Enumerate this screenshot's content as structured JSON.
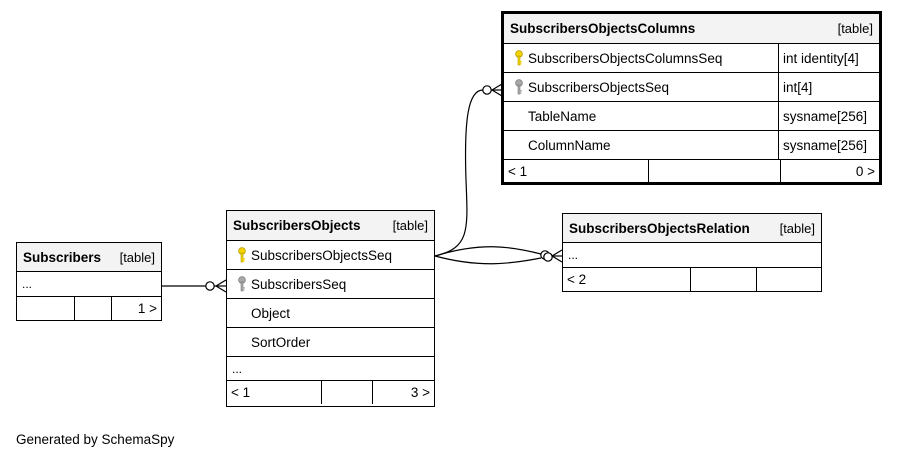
{
  "tables": {
    "subscribers_objects_columns": {
      "name": "SubscribersObjectsColumns",
      "kind": "[table]",
      "columns": [
        {
          "name": "SubscribersObjectsColumnsSeq",
          "type": "int identity[4]",
          "key": "primary-key-icon"
        },
        {
          "name": "SubscribersObjectsSeq",
          "type": "int[4]",
          "key": "foreign-key-icon"
        },
        {
          "name": "TableName",
          "type": "sysname[256]",
          "key": ""
        },
        {
          "name": "ColumnName",
          "type": "sysname[256]",
          "key": ""
        }
      ],
      "footer": {
        "left": "< 1",
        "right": "0 >"
      }
    },
    "subscribers_objects": {
      "name": "SubscribersObjects",
      "kind": "[table]",
      "columns": [
        {
          "name": "SubscribersObjectsSeq",
          "key": "primary-key-icon"
        },
        {
          "name": "SubscribersSeq",
          "key": "foreign-key-icon"
        },
        {
          "name": "Object",
          "key": ""
        },
        {
          "name": "SortOrder",
          "key": ""
        }
      ],
      "ellipsis": "...",
      "footer": {
        "left": "< 1",
        "right": "3 >"
      }
    },
    "subscribers": {
      "name": "Subscribers",
      "kind": "[table]",
      "ellipsis": "...",
      "footer": {
        "left": "",
        "right": "1 >"
      }
    },
    "subscribers_objects_relation": {
      "name": "SubscribersObjectsRelation",
      "kind": "[table]",
      "ellipsis": "...",
      "footer": {
        "left": "< 2",
        "right": ""
      }
    }
  },
  "colors": {
    "primary_key": "#f2d200",
    "foreign_key": "#a8a8a8",
    "header_bg": "#f3f3f3"
  },
  "footer_text": "Generated by SchemaSpy"
}
